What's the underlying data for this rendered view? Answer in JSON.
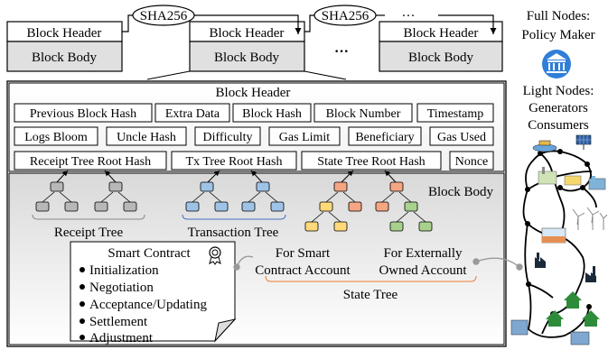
{
  "chain": {
    "hash_label_1": "SHA256",
    "hash_label_2": "SHA256",
    "hash_label_3": "···",
    "blocks": [
      {
        "header": "Block Header",
        "body": "Block Body"
      },
      {
        "header": "Block Header",
        "body": "Block Body"
      },
      {
        "header": "Block Header",
        "body": "Block Body"
      }
    ],
    "ellipsis": "···"
  },
  "full_nodes": {
    "line1": "Full Nodes:",
    "line2": "Policy Maker",
    "icon": "bank-icon"
  },
  "light_nodes": {
    "line1": "Light Nodes:",
    "line2": "Generators",
    "line3": "Consumers"
  },
  "detail": {
    "header_title": "Block Header",
    "header_fields": {
      "row1": [
        "Previous Block Hash",
        "Extra Data",
        "Block Hash",
        "Block Number",
        "Timestamp"
      ],
      "row2": [
        "Logs Bloom",
        "Uncle Hash",
        "Difficulty",
        "Gas Limit",
        "Beneficiary",
        "Gas Used"
      ],
      "row3": [
        "Receipt Tree Root Hash",
        "Tx Tree Root Hash",
        "State Tree Root Hash",
        "Nonce"
      ]
    },
    "body_title": "Block Body",
    "trees": {
      "receipt": {
        "label": "Receipt Tree",
        "color": "#b8b8b8"
      },
      "transaction": {
        "label": "Transaction Tree",
        "color": "#9ec3e6"
      },
      "state_contract_color": "#ffd97a",
      "state_external_color": "#a9d18e",
      "state_root_color": "#f4a582",
      "contract_label_1": "For Smart",
      "contract_label_2": "Contract Account",
      "external_label_1": "For Externally",
      "external_label_2": "Owned Account",
      "state_label": "State Tree"
    },
    "smart_contract": {
      "title": "Smart Contract",
      "items": [
        "Initialization",
        "Negotiation",
        "Acceptance/Updating",
        "Settlement",
        "Adjustment"
      ]
    }
  }
}
